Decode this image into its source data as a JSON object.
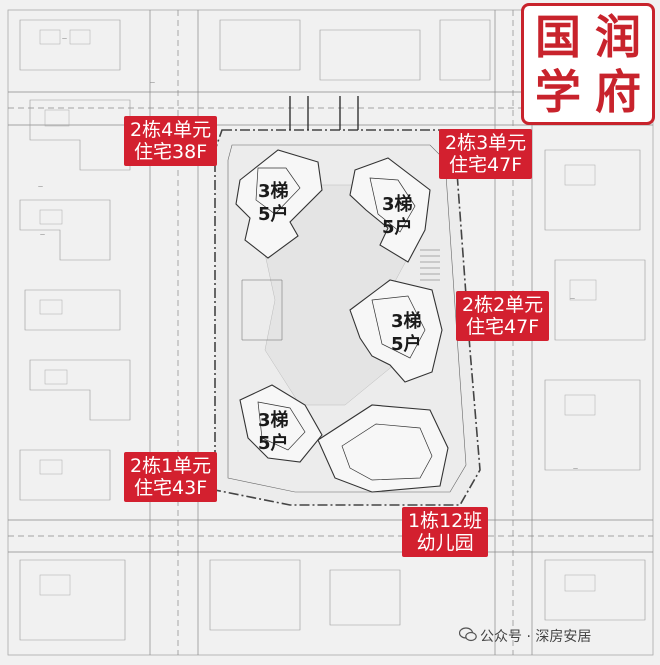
{
  "logo": {
    "chars": [
      "国",
      "润",
      "学",
      "府"
    ]
  },
  "unit_labels": [
    {
      "line1": "2栋4单元",
      "line2": "住宅38F"
    },
    {
      "line1": "2栋3单元",
      "line2": "住宅47F"
    },
    {
      "line1": "2栋2单元",
      "line2": "住宅47F"
    },
    {
      "line1": "2栋1单元",
      "line2": "住宅43F"
    },
    {
      "line1": "1栋12班",
      "line2": "幼儿园"
    }
  ],
  "elevator_labels": [
    {
      "line1": "3梯",
      "line2": "5户"
    },
    {
      "line1": "3梯",
      "line2": "5户"
    },
    {
      "line1": "3梯",
      "line2": "5户"
    },
    {
      "line1": "3梯",
      "line2": "5户"
    }
  ],
  "watermark": "公众号 · 深房安居",
  "colors": {
    "label_bg": "#d3202f",
    "logo_red": "#c8232c",
    "plan_line": "#555555"
  }
}
